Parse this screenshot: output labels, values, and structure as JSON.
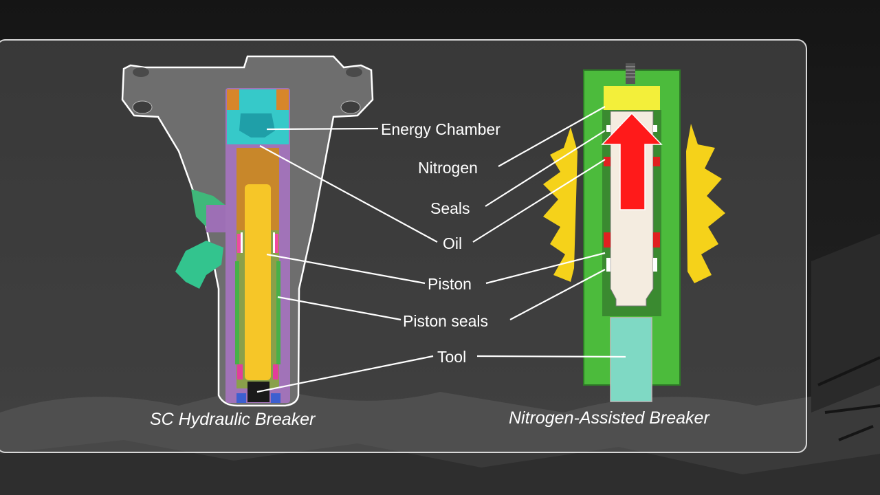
{
  "labels": {
    "energy_chamber": "Energy Chamber",
    "nitrogen": "Nitrogen",
    "seals": "Seals",
    "oil": "Oil",
    "piston": "Piston",
    "piston_seals": "Piston seals",
    "tool": "Tool"
  },
  "captions": {
    "left": "SC Hydraulic Breaker",
    "right": "Nitrogen-Assisted Breaker"
  },
  "colors": {
    "housing_gray": "#6e6e6e",
    "cylinder_purple": "#a173b8",
    "piston_yellow": "#f6c628",
    "energy_cyan": "#36c9c9",
    "oil_brown": "#c8872a",
    "nitrogen_green": "#4cbb3c",
    "seal_red": "#e02020",
    "tool_teal": "#7fd9c4",
    "arrow_red": "#ff1a1a",
    "burst_yellow": "#f5d21a"
  }
}
